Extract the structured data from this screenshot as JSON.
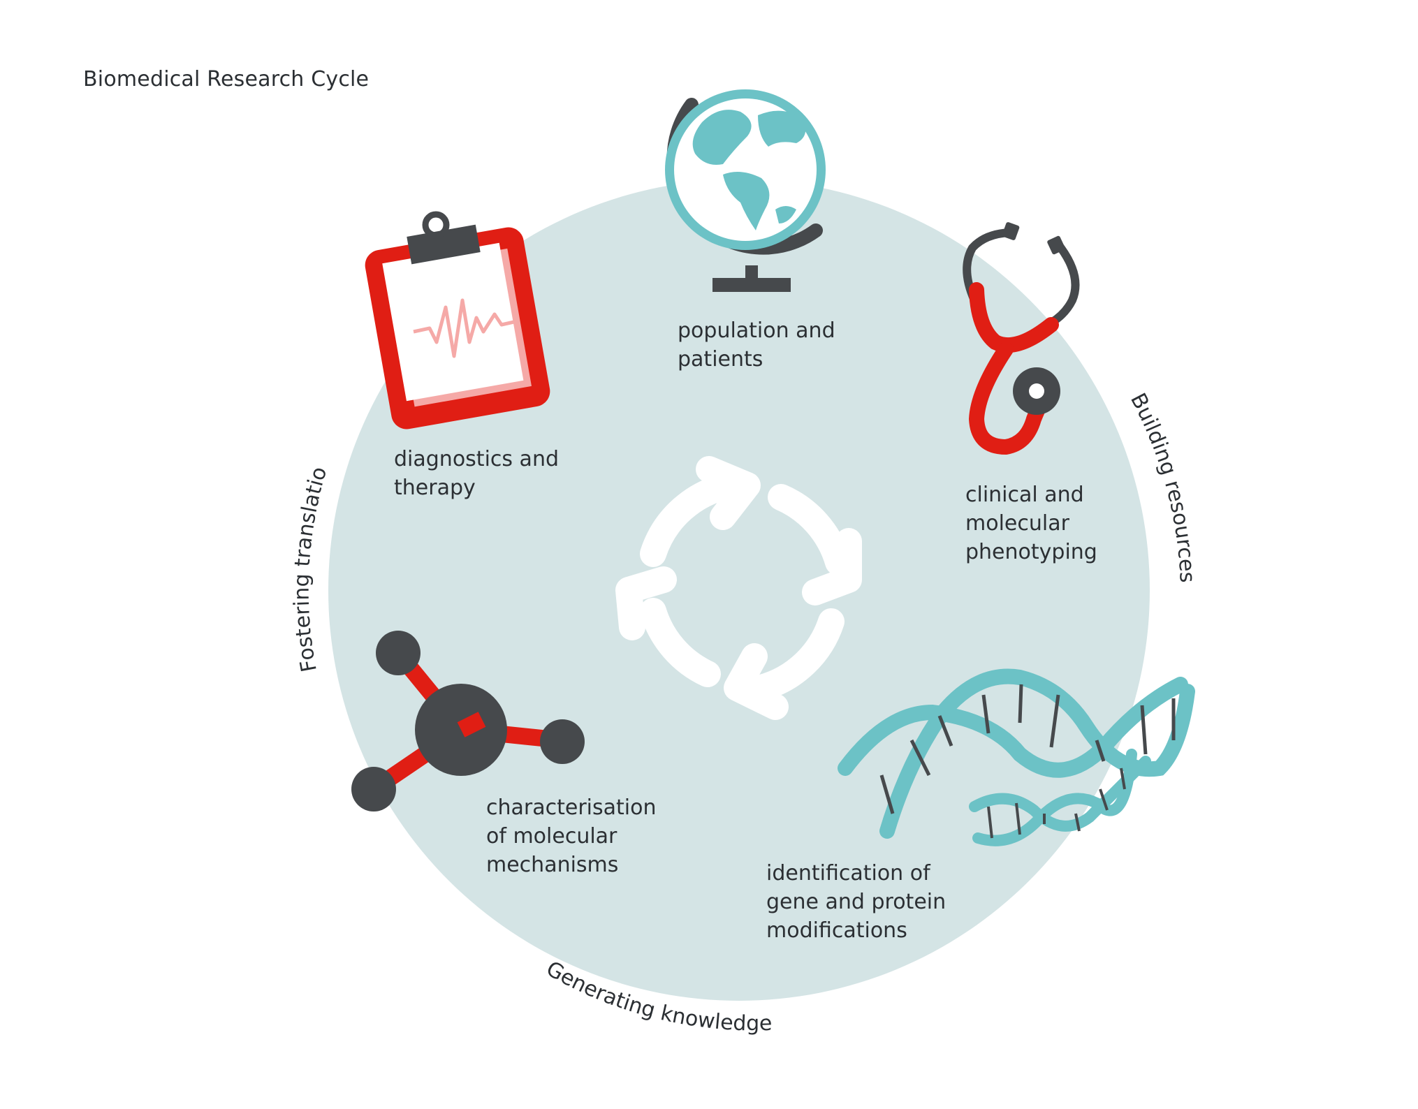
{
  "title": "Biomedical Research Cycle",
  "stages": [
    {
      "lines": [
        "population and",
        "patients"
      ],
      "icon": "globe-icon"
    },
    {
      "lines": [
        "clinical and",
        "molecular",
        "phenotyping"
      ],
      "icon": "stethoscope-icon"
    },
    {
      "lines": [
        "identification of",
        "gene and protein",
        "modifications"
      ],
      "icon": "dna-icon"
    },
    {
      "lines": [
        "characterisation",
        "of molecular",
        "mechanisms"
      ],
      "icon": "molecule-icon"
    },
    {
      "lines": [
        "diagnostics and",
        "therapy"
      ],
      "icon": "clipboard-icon"
    }
  ],
  "arcs": {
    "right": "Building resources",
    "bottom": "Generating knowledge",
    "left": "Fostering translation"
  },
  "center_icon": "cycle-arrows-icon",
  "colors": {
    "circle": "#d4e4e5",
    "red": "#e01e14",
    "dark": "#46494c",
    "teal": "#6cc2c6",
    "pink": "#f5a9a7",
    "white": "#ffffff"
  }
}
